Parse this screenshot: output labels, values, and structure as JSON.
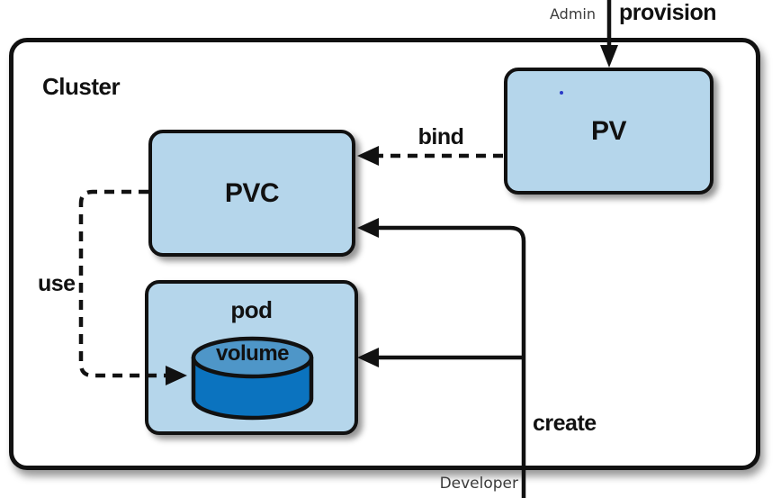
{
  "diagram": {
    "cluster_label": "Cluster",
    "nodes": {
      "pv": "PV",
      "pvc": "PVC",
      "pod": "pod",
      "volume": "volume"
    },
    "edges": {
      "provision": "provision",
      "bind": "bind",
      "use": "use",
      "create": "create"
    },
    "actors": {
      "admin": "Admin",
      "developer": "Developer"
    },
    "colors": {
      "node_fill": "#b5d6eb",
      "outline": "#111111",
      "cylinder_top": "#4e96c8",
      "cylinder_body": "#0b73bf",
      "background": "#ffffff",
      "annotation_text": "#3b3b3b",
      "artifact_dot": "#2a3ac8"
    }
  }
}
